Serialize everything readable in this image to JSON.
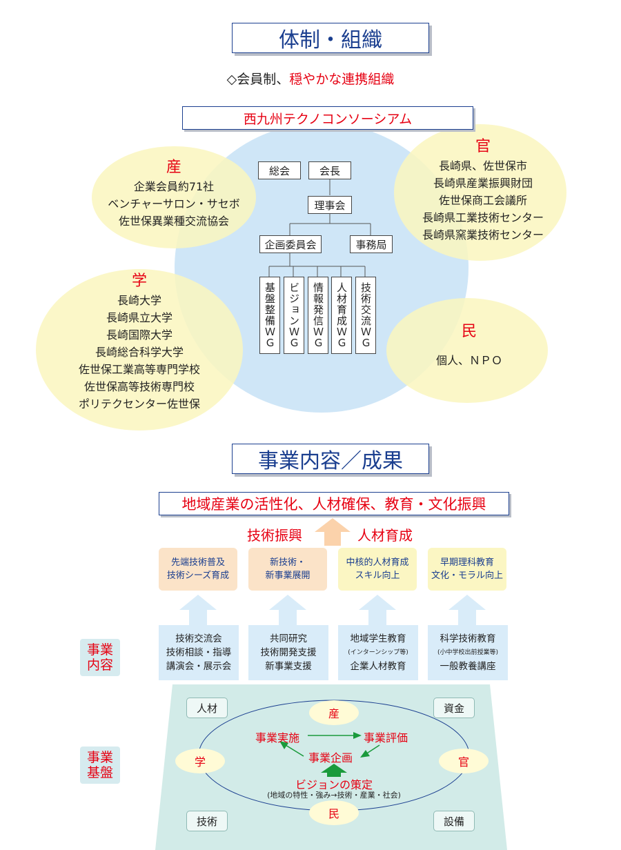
{
  "section1": {
    "title": "体制・組織",
    "subtitle_prefix": "◇会員制、",
    "subtitle_highlight": "穏やかな連携組織",
    "consortium": "西九州テクノコンソーシアム"
  },
  "groups": {
    "san": {
      "head": "産",
      "lines": [
        "企業会員約71社",
        "ベンチャーサロン・サセボ",
        "佐世保異業種交流協会"
      ]
    },
    "kan": {
      "head": "官",
      "lines": [
        "長崎県、佐世保市",
        "長崎県産業振興財団",
        "佐世保商工会議所",
        "長崎県工業技術センター",
        "長崎県窯業技術センター"
      ]
    },
    "gaku": {
      "head": "学",
      "lines": [
        "長崎大学",
        "長崎県立大学",
        "長崎国際大学",
        "長崎総合科学大学",
        "佐世保工業高等専門学校",
        "佐世保高等技術専門校",
        "ポリテクセンター佐世保"
      ]
    },
    "min": {
      "head": "民",
      "lines": [
        "個人、ＮＰＯ"
      ]
    }
  },
  "org": {
    "soukai": "総会",
    "kaicho": "会長",
    "rijikai": "理事会",
    "kikaku": "企画委員会",
    "jimukyoku": "事務局",
    "wg": [
      "基盤整備ＷＧ",
      "ビジョンＷＧ",
      "情報発信ＷＧ",
      "人材育成ＷＧ",
      "技術交流ＷＧ"
    ]
  },
  "section2": {
    "title": "事業内容／成果",
    "goal": "地域産業の活性化、人材確保、教育・文化振興",
    "left_label": "技術振興",
    "right_label": "人材育成"
  },
  "results": [
    {
      "l1": "先端技術普及",
      "l2": "技術シーズ育成"
    },
    {
      "l1": "新技術・",
      "l2": "新事業展開"
    },
    {
      "l1": "中核的人材育成",
      "l2": "スキル向上"
    },
    {
      "l1": "早期理科教育",
      "l2": "文化・モラル向上"
    }
  ],
  "activities": [
    {
      "l1": "技術交流会",
      "l2": "技術相談・指導",
      "l3": "講演会・展示会"
    },
    {
      "l1": "共同研究",
      "l2": "技術開発支援",
      "l3": "新事業支援"
    },
    {
      "l1": "地域学生教育",
      "l2": "(インターンシップ等)",
      "l3": "企業人材教育"
    },
    {
      "l1": "科学技術教育",
      "l2": "(小中学校出前授業等)",
      "l3": "一般教養講座"
    }
  ],
  "labels": {
    "jigyo_naiyo": [
      "事業",
      "内容"
    ],
    "jigyo_kiban": [
      "事業",
      "基盤"
    ]
  },
  "base": {
    "corners": [
      "人材",
      "資金",
      "技術",
      "設備"
    ],
    "nodes": {
      "top": "産",
      "left": "学",
      "right": "官",
      "bottom": "民"
    },
    "jisshi": "事業実施",
    "hyoka": "事業評価",
    "kikaku": "事業企画",
    "vision": "ビジョンの策定",
    "vision_sub": "(地域の特性・強み→技術・産業・社会)"
  },
  "colors": {
    "accent_red": "#e60012",
    "navy": "#1a3e8f",
    "light_blue": "#cfe6f7",
    "pale_yellow": "#faf6be",
    "green": "#1a9a3c",
    "teal_panel": "#d2ebe8"
  }
}
